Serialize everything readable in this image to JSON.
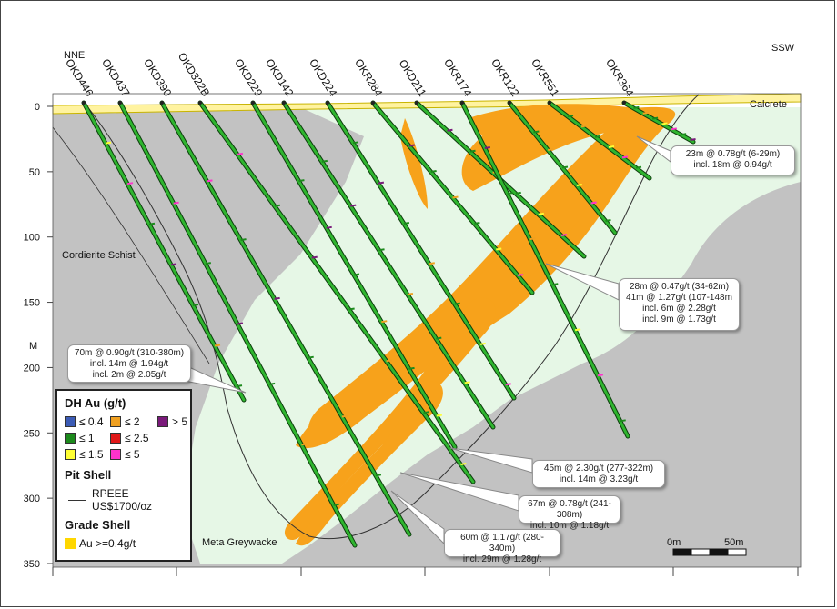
{
  "orientation": {
    "left": "NNE",
    "right": "SSW"
  },
  "depth_axis": {
    "unit_label": "M",
    "ticks": [
      "0",
      "50",
      "100",
      "150",
      "200",
      "250",
      "300",
      "350"
    ]
  },
  "holes": [
    "OKD446",
    "OKD437",
    "OKD390",
    "OKD322B",
    "OKD229",
    "OKD142",
    "OKD224",
    "OKR284",
    "OKD211",
    "OKR174",
    "OKR122",
    "OKR551",
    "OKR364"
  ],
  "units": {
    "calcrete": "Calcrete",
    "schist": "Cordierite Schist",
    "greywacke": "Meta Greywacke"
  },
  "legend": {
    "dh_title": "DH Au (g/t)",
    "dh_items": [
      {
        "label": "≤ 0.4",
        "color": "#3b5bb5"
      },
      {
        "label": "≤ 2",
        "color": "#f0a020"
      },
      {
        "label": "> 5",
        "color": "#7a1a7a"
      },
      {
        "label": "≤ 1",
        "color": "#1c8a1c"
      },
      {
        "label": "≤ 2.5",
        "color": "#e01818"
      },
      {
        "label": "≤ 1.5",
        "color": "#ffff33"
      },
      {
        "label": "≤ 5",
        "color": "#ff33cc"
      }
    ],
    "pit_title": "Pit Shell",
    "pit_label": "RPEEE US$1700/oz",
    "grade_title": "Grade Shell",
    "grade_label": "Au >=0.4g/t",
    "grade_color": "#ffd700"
  },
  "callouts": [
    {
      "id": "c1",
      "lines": [
        "23m @ 0.78g/t (6-29m)",
        "incl. 18m @ 0.94g/t"
      ]
    },
    {
      "id": "c2",
      "lines": [
        "28m @ 0.47g/t (34-62m)",
        "41m @ 1.27g/t (107-148m",
        "incl. 6m @ 2.28g/t",
        "incl. 9m @ 1.73g/t"
      ]
    },
    {
      "id": "c3",
      "lines": [
        "70m @ 0.90g/t (310-380m)",
        "incl. 14m @ 1.94g/t",
        "incl. 2m @ 2.05g/t"
      ]
    },
    {
      "id": "c4",
      "lines": [
        "45m @ 2.30g/t (277-322m)",
        "incl. 14m @ 3.23g/t"
      ]
    },
    {
      "id": "c5",
      "lines": [
        "67m @ 0.78g/t (241-308m)",
        "incl. 10m @ 1.18g/t"
      ]
    },
    {
      "id": "c6",
      "lines": [
        "60m @ 1.17g/t (280-340m)",
        "incl. 29m @ 1.28g/t"
      ]
    }
  ],
  "scale_bar": {
    "start": "0m",
    "end": "50m"
  },
  "colors": {
    "schist": "#c2c2c2",
    "greywacke": "#e6f7e6",
    "calcrete": "#fff3a0",
    "grade_shell": "#f7a21b",
    "hole": "#1f8a1f"
  }
}
